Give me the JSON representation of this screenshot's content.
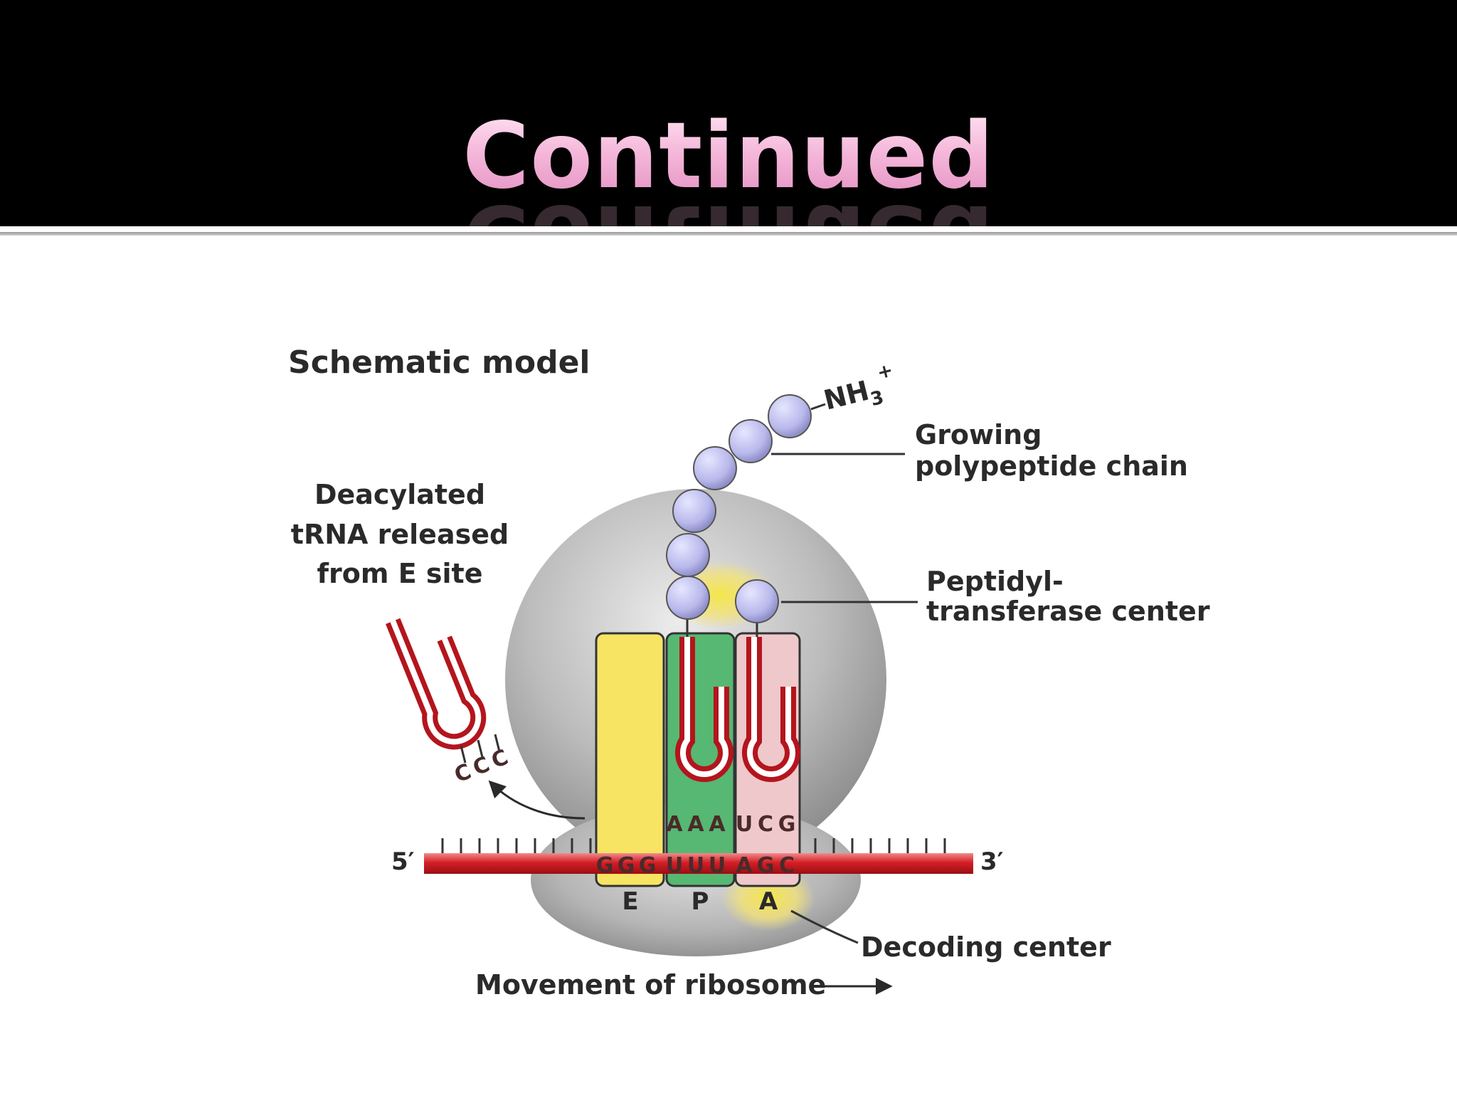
{
  "slide": {
    "title": "Continued"
  },
  "diagram": {
    "heading": "Schematic model",
    "labels": {
      "growing_line1": "Growing",
      "growing_line2": "polypeptide chain",
      "deacylated_line1": "Deacylated",
      "deacylated_line2": "tRNA released",
      "deacylated_line3": "from E site",
      "peptidyl_line1": "Peptidyl-",
      "peptidyl_line2": "transferase center",
      "decoding": "Decoding center",
      "movement": "Movement of ribosome",
      "nh3": "NH",
      "nh3_sub": "3",
      "nh3_sup": "+",
      "five_prime": "5′",
      "three_prime": "3′"
    },
    "sites": [
      "E",
      "P",
      "A"
    ],
    "mrna_codons": [
      "G",
      "G",
      "G",
      "U",
      "U",
      "U",
      "A",
      "G",
      "C"
    ],
    "p_site_anticodon": [
      "A",
      "A",
      "A"
    ],
    "a_site_anticodon": [
      "U",
      "C",
      "G"
    ],
    "released_trna_end": [
      "C",
      "C",
      "C"
    ],
    "colors": {
      "title_pink": "#f4b9da",
      "ribosome_gray": "#b4b4b4",
      "e_site_yellow": "#f7e463",
      "p_site_green": "#56b872",
      "a_site_pink": "#efc8cb",
      "trna_red": "#d7343c",
      "mrna_red": "#d41f26",
      "amino_acid_lavender": "#b8b8ec"
    }
  }
}
